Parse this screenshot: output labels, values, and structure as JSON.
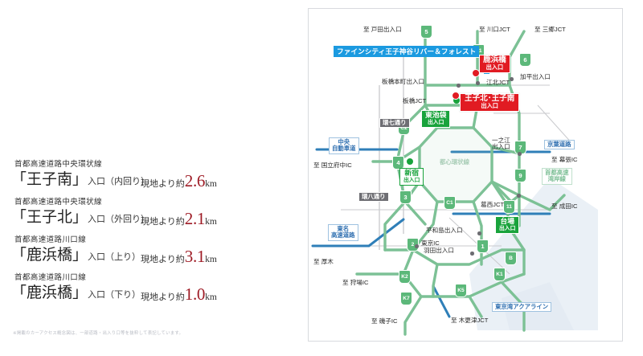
{
  "left_panel": {
    "access_rows": [
      {
        "route": "首都高速道路中央環状線",
        "entry_name": "「王子南」",
        "entry_suffix": "入口（内回り）",
        "dist_prefix": "現地より約",
        "dist_value": "2.6",
        "dist_unit": "km"
      },
      {
        "route": "首都高速道路中央環状線",
        "entry_name": "「王子北」",
        "entry_suffix": "入口（外回り）",
        "dist_prefix": "現地より約",
        "dist_value": "2.1",
        "dist_unit": "km"
      },
      {
        "route": "首都高速道路川口線",
        "entry_name": "「鹿浜橋」",
        "entry_suffix": "入口（上り）",
        "dist_prefix": "現地より約",
        "dist_value": "3.1",
        "dist_unit": "km"
      },
      {
        "route": "首都高速道路川口線",
        "entry_name": "「鹿浜橋」",
        "entry_suffix": "入口（下り）",
        "dist_prefix": "現地より約",
        "dist_value": "1.0",
        "dist_unit": "km"
      }
    ],
    "footnote": "※掲載のカーアクセス概念図は、一部道路・出入り口等を抜粋して表記しています。"
  },
  "map": {
    "property_banner": "ファインシティ王子神谷リバー＆フォレスト",
    "red_ics": [
      {
        "l1": "鹿浜橋",
        "l2": "出入口"
      },
      {
        "l1": "王子北･王子南",
        "l2": "出入口"
      }
    ],
    "green_filled_ics": [
      {
        "l1": "東池袋",
        "l2": "出入口"
      }
    ],
    "green_outline_ics": [
      {
        "l1": "新宿",
        "l2": "出入口"
      },
      {
        "l1": "台場",
        "l2": "出入口"
      }
    ],
    "plain_labels": [
      "至 戸田出入口",
      "至 川口JCT",
      "至 三郷JCT",
      "板橋本町出入口",
      "板橋JCT",
      "江北JCT",
      "加平出入口",
      "一之江\n出入口",
      "至 幕張IC",
      "至 成田IC",
      "葛西JCT",
      "至 国立府中IC",
      "至 厚木",
      "東京IC",
      "至 狩場IC",
      "至 磯子IC",
      "平和島出入口",
      "羽田出入口",
      "至 木更津JCT"
    ],
    "label_ichinoe_l1": "一之江",
    "label_ichinoe_l2": "出入口",
    "label_toda": "至 戸田出入口",
    "label_kawaguchi": "至 川口JCT",
    "label_misato": "至 三郷JCT",
    "label_itabashihoncho": "板橋本町出入口",
    "label_itabashi_jct": "板橋JCT",
    "label_kohoku_jct": "江北JCT",
    "label_kahei": "加平出入口",
    "label_makuhari": "至 幕張IC",
    "label_narita": "至 成田IC",
    "label_kasai_jct": "葛西JCT",
    "label_kunitachi": "至 国立府中IC",
    "label_atsugi": "至 厚木",
    "label_tokyo_ic": "東京IC",
    "label_kariba": "至 狩場IC",
    "label_isogo": "至 磯子IC",
    "label_heiwajima": "平和島出入口",
    "label_haneda": "羽田出入口",
    "label_kisarazu": "至 木更津JCT",
    "road_plates": {
      "kan7": "環七通り",
      "kan8": "環八通り",
      "chuo_l1": "中央",
      "chuo_l2": "自動車道",
      "tomei_l1": "東名",
      "tomei_l2": "高速道路",
      "keiyo": "京葉道路",
      "wangan_l1": "首都高速",
      "wangan_l2": "湾岸線",
      "toshin": "都心環状線",
      "aqualine": "東京湾アクアライン"
    },
    "route_shields": [
      "5",
      "S1",
      "6",
      "4",
      "3",
      "7",
      "9",
      "C1",
      "C2",
      "11",
      "1",
      "B",
      "K1",
      "K2",
      "K5",
      "K7",
      "2"
    ],
    "colors": {
      "accent_blue": "#1b9ae0",
      "ic_red": "#e11b22",
      "ic_green": "#19a33c",
      "road_green": "#7cc195",
      "road_blue": "#2f7fb8",
      "distance_red": "#9e1b25"
    }
  }
}
